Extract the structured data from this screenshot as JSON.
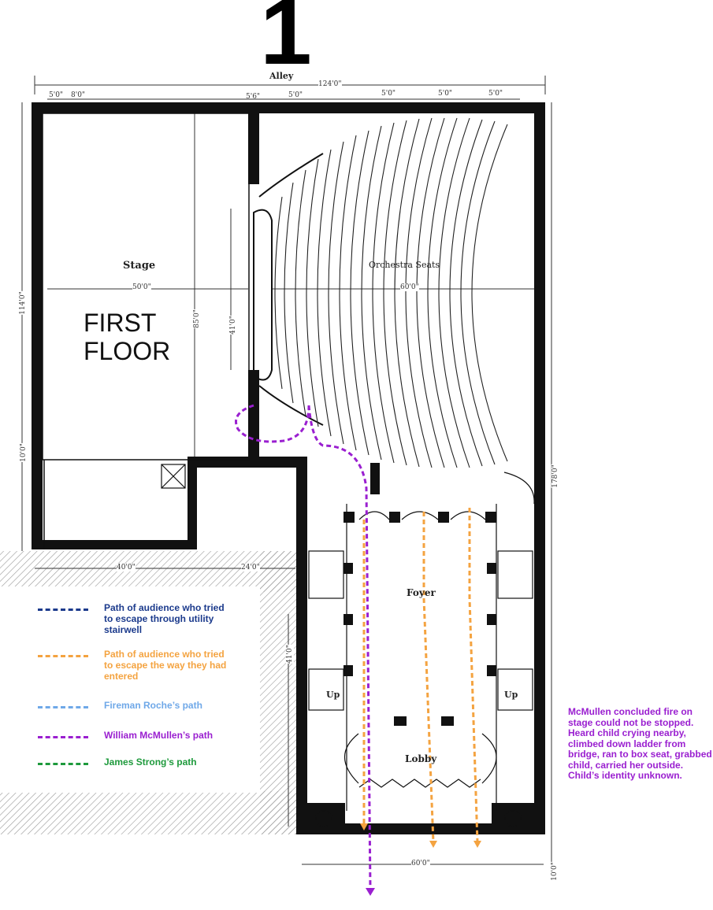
{
  "page_number": "1",
  "floor_label": "FIRST FLOOR",
  "rooms": {
    "stage": "Stage",
    "orchestra": "Orchestra Seats",
    "foyer": "Foyer",
    "lobby": "Lobby",
    "up_left": "Up",
    "up_right": "Up",
    "alley": "Alley"
  },
  "dimensions": {
    "d1": "5'0\"",
    "d2": "8'0\"",
    "d3": "5'6\"",
    "d4": "5'0\"",
    "d5": "5'0\"",
    "d6": "5'0\"",
    "d7": "5'0\"",
    "alley_width": "124'0\"",
    "stage_width": "50'0\"",
    "orchestra_width": "60'0\"",
    "stage_depth": "85'0\"",
    "prosc_height": "41'0\"",
    "left_total": "114'0\"",
    "left_small": "10'0\"",
    "bottom_left": "40'0\"",
    "bottom_mid": "24'0\"",
    "right_total": "178'0\"",
    "entrance_width": "60'0\"",
    "entrance_depth": "10'0\"",
    "foyer_side": "41'0\""
  },
  "legend": [
    {
      "text": "Path of audience who tried to escape through utility stairwell",
      "color": "#1b3a8c"
    },
    {
      "text": "Path of audience who tried to escape the way they had entered",
      "color": "#f4a340"
    },
    {
      "text": "Fireman Roche’s path",
      "color": "#6fa8e8"
    },
    {
      "text": "William McMullen’s path",
      "color": "#9a1fd0"
    },
    {
      "text": "James Strong’s path",
      "color": "#1e9a3c"
    }
  ],
  "note": "McMullen concluded fire on stage could not be stopped.  Heard child crying nearby, climbed down ladder from bridge, ran to box seat, grabbed child, carried her outside. Child’s identity unknown.",
  "colors": {
    "wall": "#111111",
    "mcmullen": "#9a1fd0",
    "audience_entry": "#f4a340",
    "hatch": "#9a9a9a"
  }
}
